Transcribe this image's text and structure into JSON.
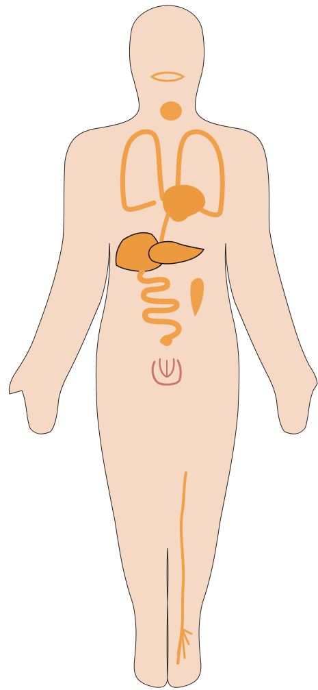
{
  "colors": {
    "background": "#ffffff",
    "skin": "#f5d9c5",
    "outline": "#222222",
    "organ": "#f0a048",
    "organ_dark": "#ec9a3d",
    "bladder": "#c97466"
  },
  "diagram": {
    "subject": "human-body-front-view",
    "organs": [
      "mouth",
      "thyroid",
      "lungs",
      "heart",
      "esophagus",
      "liver",
      "stomach",
      "small-intestine",
      "spleen",
      "bladder",
      "leg-vein"
    ]
  }
}
